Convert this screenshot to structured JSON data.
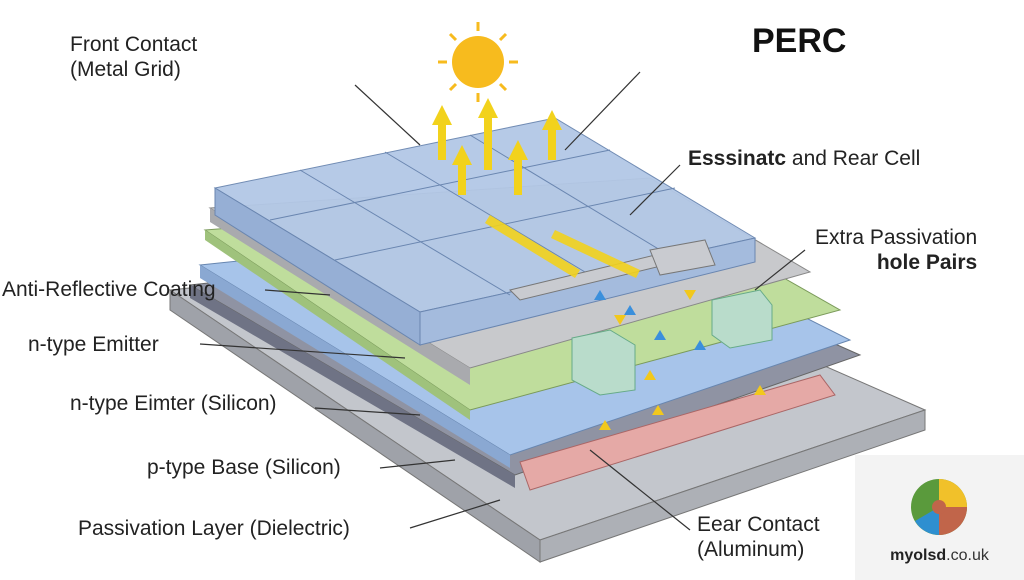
{
  "title": "PERC",
  "labels": {
    "front_contact": [
      "Front Contact",
      "(Metal Grid)"
    ],
    "essinatc": {
      "bold": "Esssinatc",
      "rest": " and Rear Cell"
    },
    "extra_passivation": [
      "Extra Passivation",
      "hole Pairs"
    ],
    "anti_reflective": "Anti-Reflective Coating",
    "n_emitter": "n-type Emitter",
    "n_eimter": "n-type Eimter (Silicon)",
    "p_base": "p-type Base (Silicon)",
    "passivation": "Passivation Layer (Dielectric)",
    "rear_contact": [
      "Eear Contact",
      "(Aluminum)"
    ]
  },
  "logo": {
    "brand": "myolsd",
    "suffix": ".co.uk",
    "arc_text": "myolsd.co.uk"
  },
  "colors": {
    "sun": "#f5b81c",
    "arrow": "#f2d21c",
    "glass": "#a9c1e0",
    "emitter": "#b5d98f",
    "base": "#9bbbe3",
    "rear": "#e2a3a0",
    "slab": "#b9bcc4"
  }
}
